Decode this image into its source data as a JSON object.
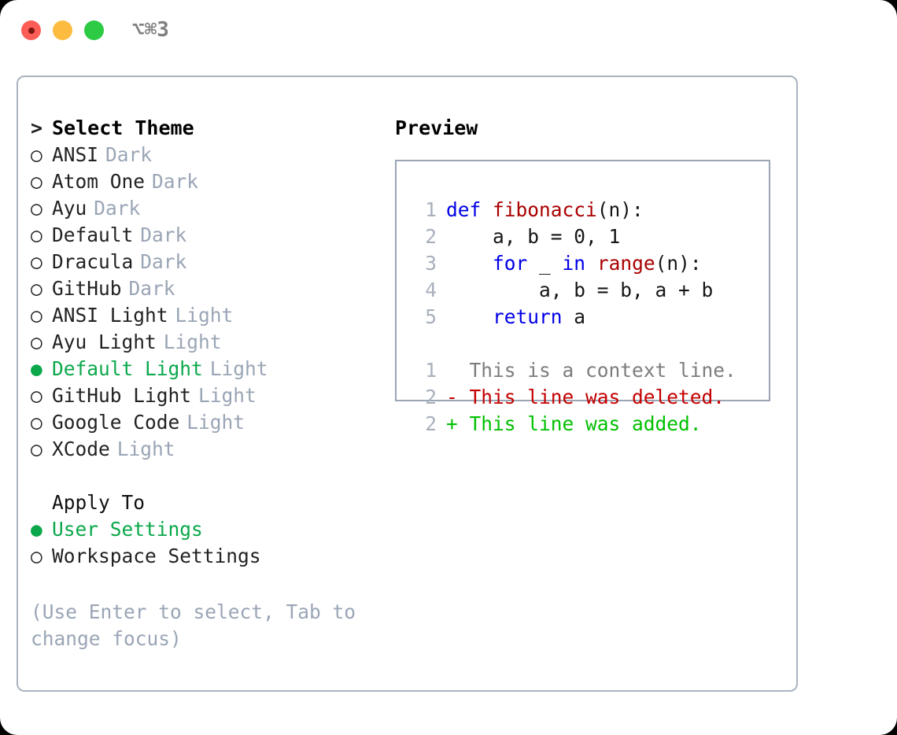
{
  "titlebar": {
    "shortcut": "⌥⌘3",
    "buttons": [
      "close",
      "minimize",
      "maximize"
    ]
  },
  "theme_list": {
    "header": "Select Theme",
    "header_marker": ">",
    "marker_selected": "●",
    "marker_unselected": "○",
    "items": [
      {
        "name": "ANSI",
        "tag": "Dark",
        "selected": false
      },
      {
        "name": "Atom One",
        "tag": "Dark",
        "selected": false
      },
      {
        "name": "Ayu",
        "tag": "Dark",
        "selected": false
      },
      {
        "name": "Default",
        "tag": "Dark",
        "selected": false
      },
      {
        "name": "Dracula",
        "tag": "Dark",
        "selected": false
      },
      {
        "name": "GitHub",
        "tag": "Dark",
        "selected": false
      },
      {
        "name": "ANSI Light",
        "tag": "Light",
        "selected": false
      },
      {
        "name": "Ayu Light",
        "tag": "Light",
        "selected": false
      },
      {
        "name": "Default Light",
        "tag": "Light",
        "selected": true
      },
      {
        "name": "GitHub Light",
        "tag": "Light",
        "selected": false
      },
      {
        "name": "Google Code",
        "tag": "Light",
        "selected": false
      },
      {
        "name": "XCode",
        "tag": "Light",
        "selected": false
      }
    ]
  },
  "apply_to": {
    "label": "Apply To",
    "options": [
      {
        "name": "User Settings",
        "selected": true
      },
      {
        "name": "Workspace Settings",
        "selected": false
      }
    ]
  },
  "hint": "(Use Enter to select, Tab to change focus)",
  "preview": {
    "title": "Preview",
    "code_lines": [
      {
        "num": "1",
        "tokens": [
          {
            "t": "def",
            "c": "kw"
          },
          {
            "t": " ",
            "c": "plain"
          },
          {
            "t": "fibonacci",
            "c": "fn"
          },
          {
            "t": "(n):",
            "c": "plain"
          }
        ]
      },
      {
        "num": "2",
        "tokens": [
          {
            "t": "    a, b = 0, 1",
            "c": "plain"
          }
        ]
      },
      {
        "num": "3",
        "tokens": [
          {
            "t": "    ",
            "c": "plain"
          },
          {
            "t": "for",
            "c": "kw"
          },
          {
            "t": " _ ",
            "c": "plain"
          },
          {
            "t": "in",
            "c": "kw"
          },
          {
            "t": " ",
            "c": "plain"
          },
          {
            "t": "range",
            "c": "fn"
          },
          {
            "t": "(n):",
            "c": "plain"
          }
        ]
      },
      {
        "num": "4",
        "tokens": [
          {
            "t": "        a, b = b, a + b",
            "c": "plain"
          }
        ]
      },
      {
        "num": "5",
        "tokens": [
          {
            "t": "    ",
            "c": "plain"
          },
          {
            "t": "return",
            "c": "kw"
          },
          {
            "t": " a",
            "c": "plain"
          }
        ]
      }
    ],
    "diff_lines": [
      {
        "num": "1",
        "sign": " ",
        "text": "This is a context line.",
        "kind": "d-ctx"
      },
      {
        "num": "2",
        "sign": "-",
        "text": "This line was deleted.",
        "kind": "d-del"
      },
      {
        "num": "2",
        "sign": "+",
        "text": "This line was added.",
        "kind": "d-add"
      }
    ]
  },
  "colors": {
    "accent_green": "#0aa84a",
    "muted": "#9aa5b5",
    "keyword": "#0000e6",
    "function": "#aa0000",
    "diff_add": "#00c000",
    "diff_del": "#c40000",
    "border": "#aab3c0"
  }
}
